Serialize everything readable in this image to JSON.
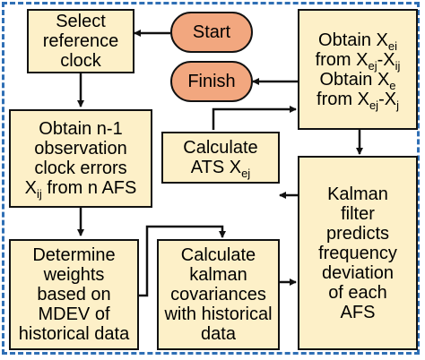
{
  "start": "Start",
  "finish": "Finish",
  "select_reference": [
    "Select",
    "reference",
    "clock"
  ],
  "obtain_errors": {
    "lines": [
      "Obtain n-1",
      "observation",
      "clock errors"
    ],
    "var": "X",
    "var_sub": "ij",
    "tail": " from n AFS"
  },
  "determine_weights": [
    "Determine",
    "weights",
    "based on",
    "MDEV of",
    "historical data"
  ],
  "calc_covariances": [
    "Calculate",
    "kalman",
    "covariances",
    "with historical",
    "data"
  ],
  "calc_ats": {
    "text": "Calculate",
    "line2": "ATS X",
    "sub": "ej"
  },
  "obtain_xei": {
    "l1": "Obtain X",
    "l1_sub": "ei",
    "l2a": "from X",
    "l2_sub1": "ej",
    "l2_mid": "-X",
    "l2_sub2": "ij",
    "l3": "Obtain X",
    "l3_sub": "e",
    "l4a": "from X",
    "l4_sub1": "ej",
    "l4_mid": "-X",
    "l4_sub2": "j"
  },
  "kalman_predict": [
    "Kalman",
    "filter",
    "predicts",
    "frequency",
    "deviation",
    "of each",
    "AFS"
  ],
  "colors": {
    "box_fill": "#fdf0c8",
    "terminal_fill": "#f2a77f",
    "border": "#2f6fb5",
    "line": "#111111"
  }
}
